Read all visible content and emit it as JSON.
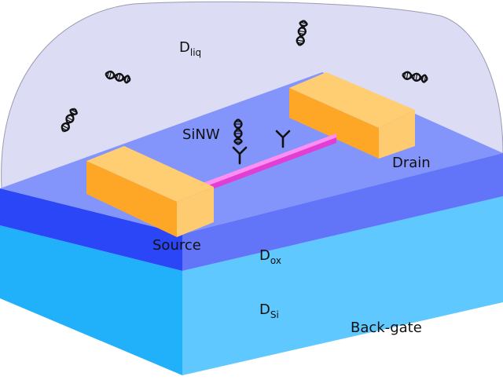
{
  "labels": {
    "liquid": {
      "main": "D",
      "sub": "liq"
    },
    "oxide": {
      "main": "D",
      "sub": "ox"
    },
    "silicon": {
      "main": "D",
      "sub": "Si"
    },
    "nanowire": "SiNW",
    "source": "Source",
    "drain": "Drain",
    "backgate": "Back-gate"
  },
  "colors": {
    "liquid": "#dcdcf5",
    "oxide_top": "#8395fb",
    "oxide_front": "#6275f8",
    "oxide_side": "#2a46f6",
    "silicon_front": "#5fc8ff",
    "silicon_side": "#20b1fa",
    "electrode_top": "#ffcd72",
    "electrode_front": "#fea726",
    "electrode_side": "#ffcb70",
    "nanowire": "#e13ed3",
    "nanowire_highlight": "#ff8ef2",
    "molecule": "#111111"
  },
  "icons": {
    "dna": "dna-helix-icon",
    "antibody": "antibody-icon"
  }
}
